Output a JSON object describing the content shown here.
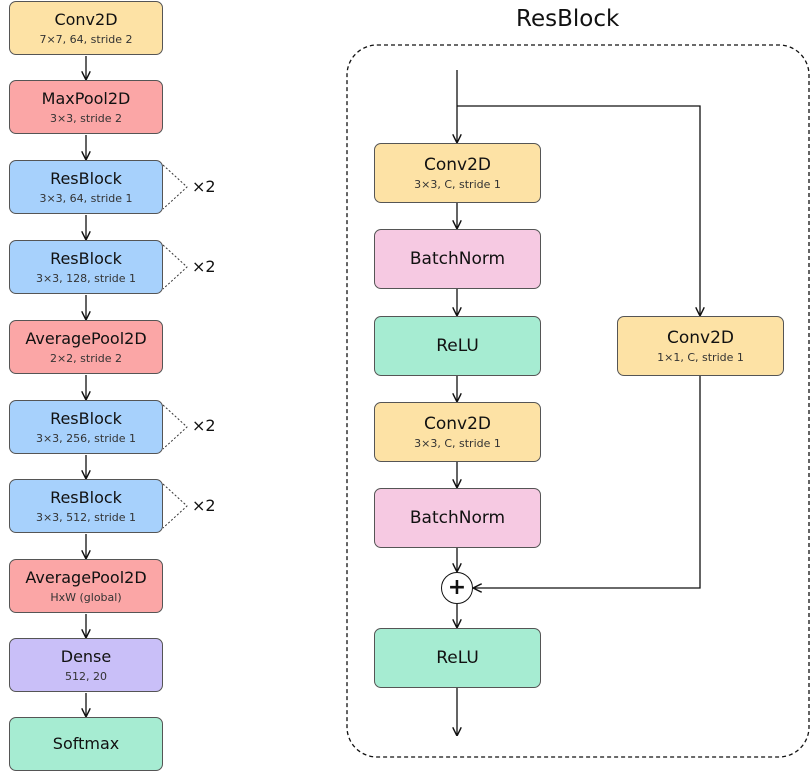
{
  "backbone": {
    "conv2d": {
      "title": "Conv2D",
      "sub": "7×7,  64,  stride 2"
    },
    "maxpool": {
      "title": "MaxPool2D",
      "sub": "3×3,  stride 2"
    },
    "res1": {
      "title": "ResBlock",
      "sub": "3×3,  64,  stride 1",
      "repeat": "×2"
    },
    "res2": {
      "title": "ResBlock",
      "sub": "3×3,  128,  stride 1",
      "repeat": "×2"
    },
    "avgpool1": {
      "title": "AveragePool2D",
      "sub": "2×2,  stride 2"
    },
    "res3": {
      "title": "ResBlock",
      "sub": "3×3,  256,  stride 1",
      "repeat": "×2"
    },
    "res4": {
      "title": "ResBlock",
      "sub": "3×3,  512,  stride 1",
      "repeat": "×2"
    },
    "avgpool2": {
      "title": "AveragePool2D",
      "sub": "HxW (global)"
    },
    "dense": {
      "title": "Dense",
      "sub": "512,  20"
    },
    "softmax": {
      "title": "Softmax"
    }
  },
  "resblock": {
    "heading": "ResBlock",
    "conv1": {
      "title": "Conv2D",
      "sub": "3×3,  C,  stride 1"
    },
    "bn1": {
      "title": "BatchNorm"
    },
    "relu1": {
      "title": "ReLU"
    },
    "conv2": {
      "title": "Conv2D",
      "sub": "3×3,  C,  stride 1"
    },
    "bn2": {
      "title": "BatchNorm"
    },
    "add": {
      "symbol": "+"
    },
    "relu2": {
      "title": "ReLU"
    },
    "skip": {
      "title": "Conv2D",
      "sub": "1×1,  C,  stride 1"
    }
  },
  "colors": {
    "conv": "#fde2a5",
    "pool": "#fba6a6",
    "resblock": "#a7d1fc",
    "batchnorm": "#f6c9e2",
    "relu": "#a6ecd2",
    "dense": "#c9bff8"
  }
}
